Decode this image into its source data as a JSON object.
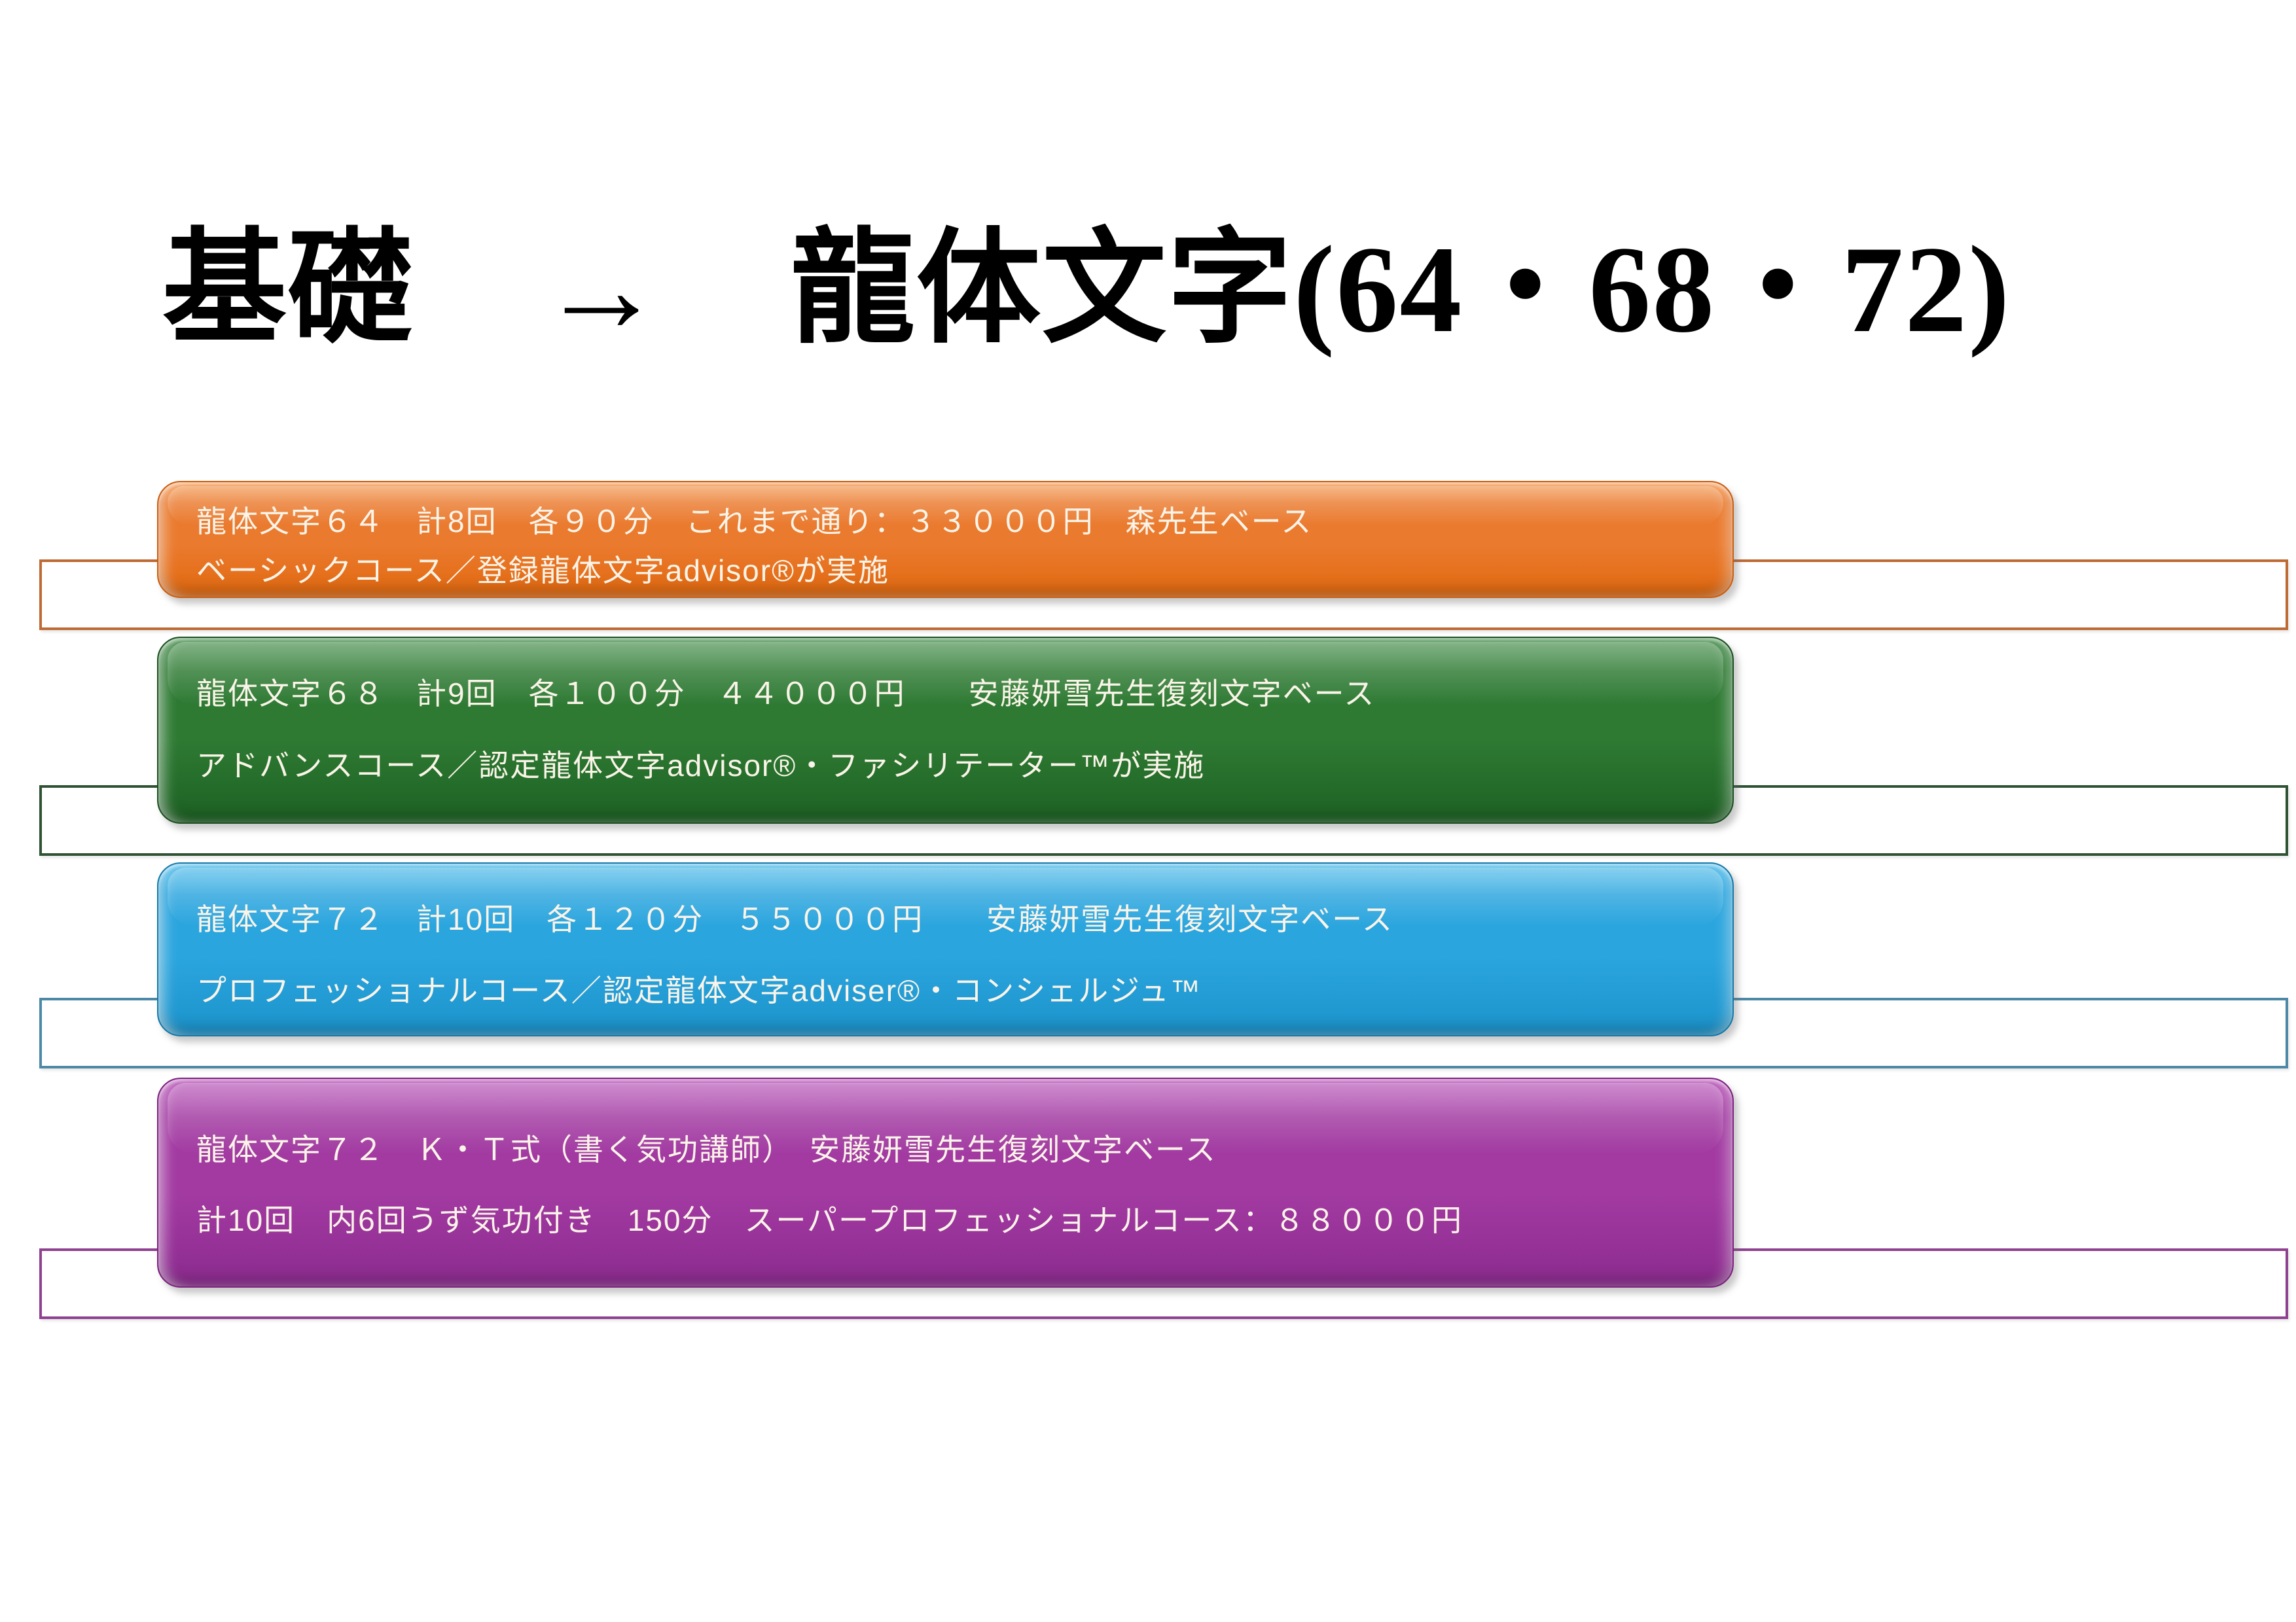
{
  "slide": {
    "title": "基礎　→　龍体文字(64・68・72)",
    "background_color": "#FFFFFF",
    "title_color": "#000000",
    "box_text_color": "#FAF4E8"
  },
  "rows": [
    {
      "name": "ryutai-64-basic-course",
      "line1": "龍体文字６４　計8回　各９０分　これまで通り：３３０００円　森先生ベース",
      "line2": "ベーシックコース／登録龍体文字advisor®が実施",
      "colors": {
        "base": "#EA7A2E",
        "light": "#F49B54",
        "dark": "#E2690F",
        "border": "#C95E12",
        "outline": "#BE6A33"
      }
    },
    {
      "name": "ryutai-68-advance-course",
      "line1": "龍体文字６８　計9回　各１００分　４４０００円　　安藤妍雪先生復刻文字ベース",
      "line2": "アドバンスコース／認定龍体文字advisor®・ファシリテーター™が実施",
      "colors": {
        "base": "#2E7A33",
        "light": "#4A9150",
        "dark": "#1D6123",
        "border": "#1C4F20",
        "outline": "#2F5233"
      }
    },
    {
      "name": "ryutai-72-professional-course",
      "line1": "龍体文字７２　計10回　各１２０分　５５０００円　　安藤妍雪先生復刻文字ベース",
      "line2": "プロフェッショナルコース／認定龍体文字adviser®・コンシェルジュ™",
      "colors": {
        "base": "#2BA5DE",
        "light": "#51BCEA",
        "dark": "#1B93CB",
        "border": "#1678A8",
        "outline": "#4C89A6"
      }
    },
    {
      "name": "ryutai-72-kt-super-professional-course",
      "line1": "龍体文字７２　Ｋ・Ｔ式（書く気功講師）　安藤妍雪先生復刻文字ベース",
      "line2": "計10回　内6回うず気功付き　150分　スーパープロフェッショナルコース：８８０００円",
      "colors": {
        "base": "#A23AA2",
        "light": "#B957B9",
        "dark": "#8C2B8F",
        "border": "#7C2280",
        "outline": "#8E4190"
      }
    }
  ]
}
